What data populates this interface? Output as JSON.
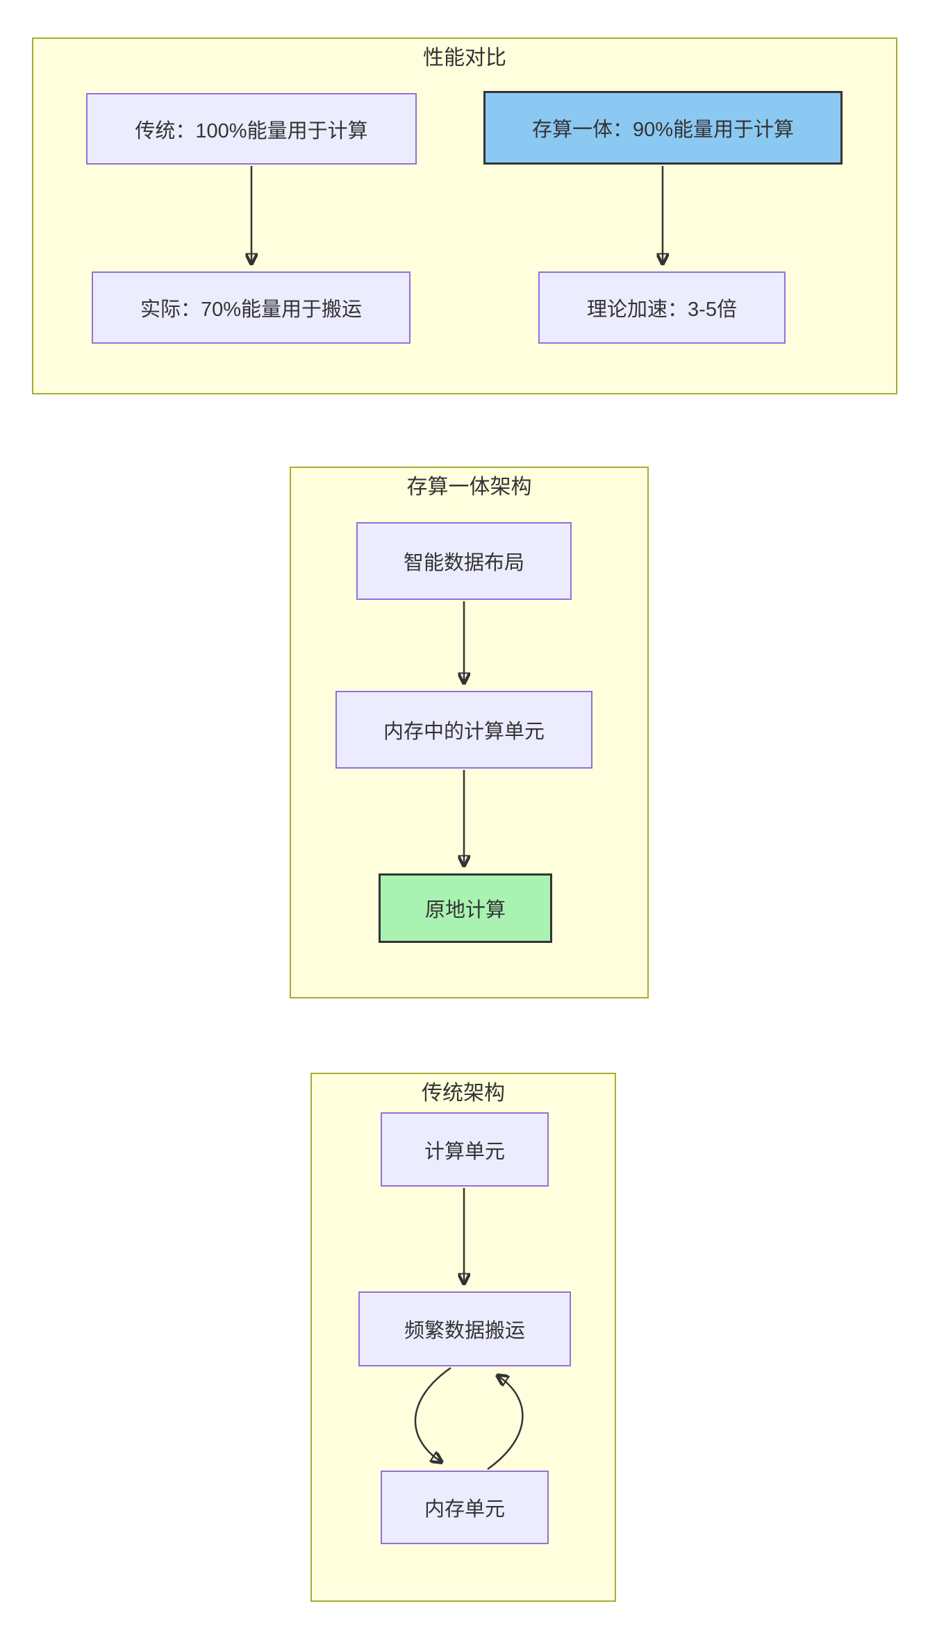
{
  "diagram": {
    "type": "flowchart",
    "direction": "top-down",
    "colors": {
      "cluster_fill": "#FFFFDE",
      "cluster_border": "#AAAA33",
      "node_fill": "#ECECFF",
      "node_border": "#9370DB",
      "highlight_blue_fill": "#8CC9F2",
      "highlight_green_fill": "#A9F2B2",
      "highlight_border": "#333333",
      "text": "#333333",
      "arrow": "#333333"
    },
    "clusters": [
      {
        "title": "性能对比",
        "nodes": [
          {
            "label": "传统：100%能量用于计算",
            "style": "default"
          },
          {
            "label": "存算一体：90%能量用于计算",
            "style": "blue"
          },
          {
            "label": "实际：70%能量用于搬运",
            "style": "default"
          },
          {
            "label": "理论加速：3-5倍",
            "style": "default"
          }
        ],
        "edges": [
          {
            "from": "传统：100%能量用于计算",
            "to": "实际：70%能量用于搬运",
            "type": "arrow"
          },
          {
            "from": "存算一体：90%能量用于计算",
            "to": "理论加速：3-5倍",
            "type": "arrow"
          }
        ]
      },
      {
        "title": "存算一体架构",
        "nodes": [
          {
            "label": "智能数据布局",
            "style": "default"
          },
          {
            "label": "内存中的计算单元",
            "style": "default"
          },
          {
            "label": "原地计算",
            "style": "green"
          }
        ],
        "edges": [
          {
            "from": "智能数据布局",
            "to": "内存中的计算单元",
            "type": "arrow"
          },
          {
            "from": "内存中的计算单元",
            "to": "原地计算",
            "type": "arrow"
          }
        ]
      },
      {
        "title": "传统架构",
        "nodes": [
          {
            "label": "计算单元",
            "style": "default"
          },
          {
            "label": "频繁数据搬运",
            "style": "default"
          },
          {
            "label": "内存单元",
            "style": "default"
          }
        ],
        "edges": [
          {
            "from": "计算单元",
            "to": "频繁数据搬运",
            "type": "arrow"
          },
          {
            "from": "频繁数据搬运",
            "to": "内存单元",
            "type": "curved-arrow"
          },
          {
            "from": "内存单元",
            "to": "频繁数据搬运",
            "type": "curved-arrow"
          }
        ]
      }
    ]
  }
}
